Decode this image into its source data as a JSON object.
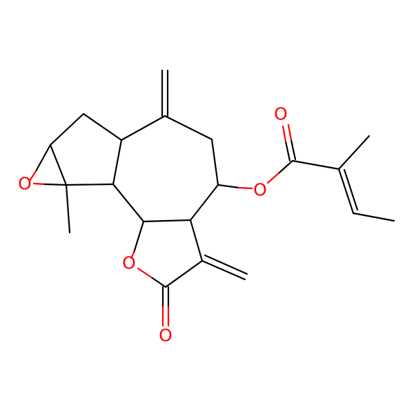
{
  "molecule": {
    "colors": {
      "carbon": "#000000",
      "oxygen": "#ff0000",
      "background": "#ffffff"
    },
    "atoms": [
      {
        "id": "o-epoxide",
        "element": "O",
        "label": "O"
      },
      {
        "id": "o-lactone-ring",
        "element": "O",
        "label": "O"
      },
      {
        "id": "o-lactone-carbonyl",
        "element": "O",
        "label": "O"
      },
      {
        "id": "o-ester",
        "element": "O",
        "label": "O"
      },
      {
        "id": "o-ester-carbonyl",
        "element": "O",
        "label": "O"
      }
    ]
  }
}
